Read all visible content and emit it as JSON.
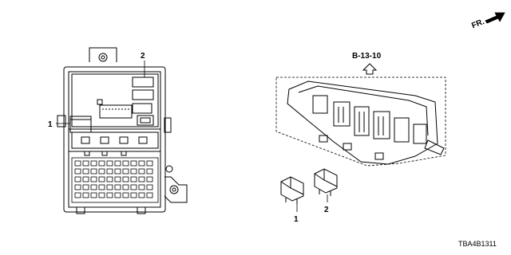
{
  "direction_label": "FR.",
  "reference_label": "B-13-10",
  "part_callouts": [
    "1",
    "2"
  ],
  "diagram_code": "TBA4B1311"
}
